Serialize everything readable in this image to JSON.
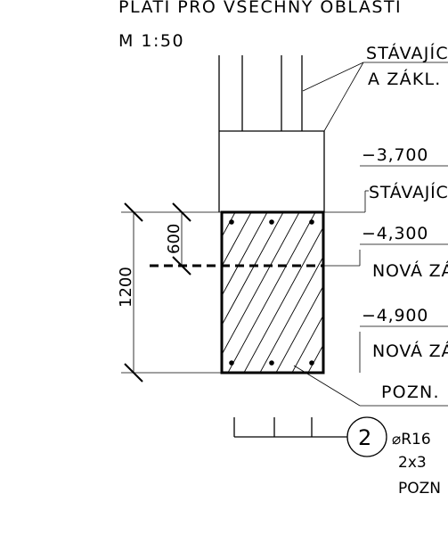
{
  "header": {
    "line1": "PLATÍ PRO VŠECHNY OBLASTI",
    "scale": "M 1:50"
  },
  "labels": {
    "existing_top_line1": "STÁVAJÍCÍ",
    "existing_top_line2": "A ZÁKL.",
    "level_1": "−3,700",
    "level_1_text": "STÁVAJÍC",
    "level_2": "−4,300",
    "level_2_text": "NOVÁ ZÁ",
    "level_3": "−4,900",
    "level_3_text": "NOVÁ ZÁ",
    "pozn_1": "POZN.",
    "circle_number": "2",
    "rebar_spec": "⌀R16",
    "rebar_count": "2x3",
    "pozn_2": "POZN"
  },
  "dimensions": {
    "total": "1200",
    "half": "600"
  }
}
